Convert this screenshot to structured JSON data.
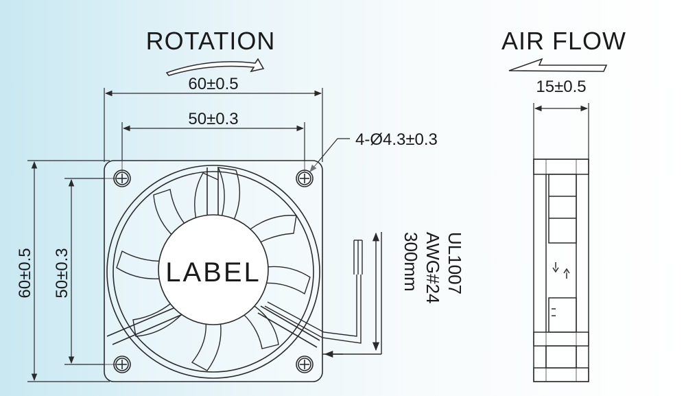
{
  "headings": {
    "rotation": "ROTATION",
    "air_flow": "AIR FLOW"
  },
  "dimensions": {
    "outer_width": "60±0.5",
    "hole_spacing_width": "50±0.3",
    "outer_height": "60±0.5",
    "hole_spacing_height": "50±0.3",
    "mount_holes": "4-Ø4.3±0.3",
    "thickness": "15±0.5"
  },
  "center_label": "LABEL",
  "wire_spec": {
    "line1": "UL1007",
    "line2": "AWG#24",
    "line3": "300mm"
  },
  "colors": {
    "line": "#2a2a2a",
    "background_left": "#c9e8f2",
    "background_right": "#ffffff"
  }
}
